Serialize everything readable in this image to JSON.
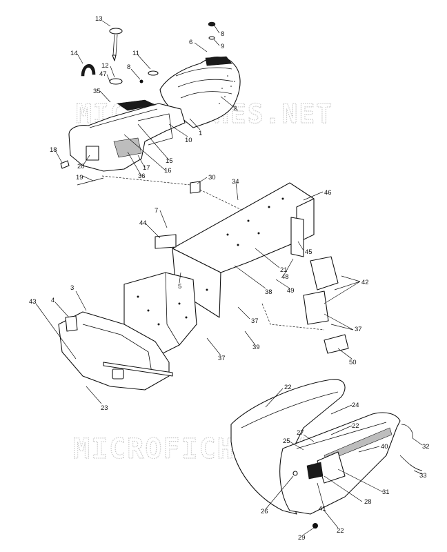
{
  "watermarks": [
    "MICROFICHES.NET",
    "MICROFICHES.NET"
  ],
  "callouts": [
    "13",
    "8",
    "6",
    "9",
    "14",
    "12",
    "11",
    "8",
    "47",
    "35",
    "2",
    "1",
    "10",
    "15",
    "16",
    "17",
    "36",
    "18",
    "20",
    "19",
    "30",
    "34",
    "46",
    "7",
    "44",
    "45",
    "48",
    "21",
    "49",
    "42",
    "38",
    "5",
    "3",
    "4",
    "43",
    "37",
    "37",
    "39",
    "37",
    "50",
    "23",
    "22",
    "24",
    "22",
    "27",
    "25",
    "40",
    "32",
    "33",
    "31",
    "28",
    "41",
    "26",
    "29",
    "22"
  ]
}
